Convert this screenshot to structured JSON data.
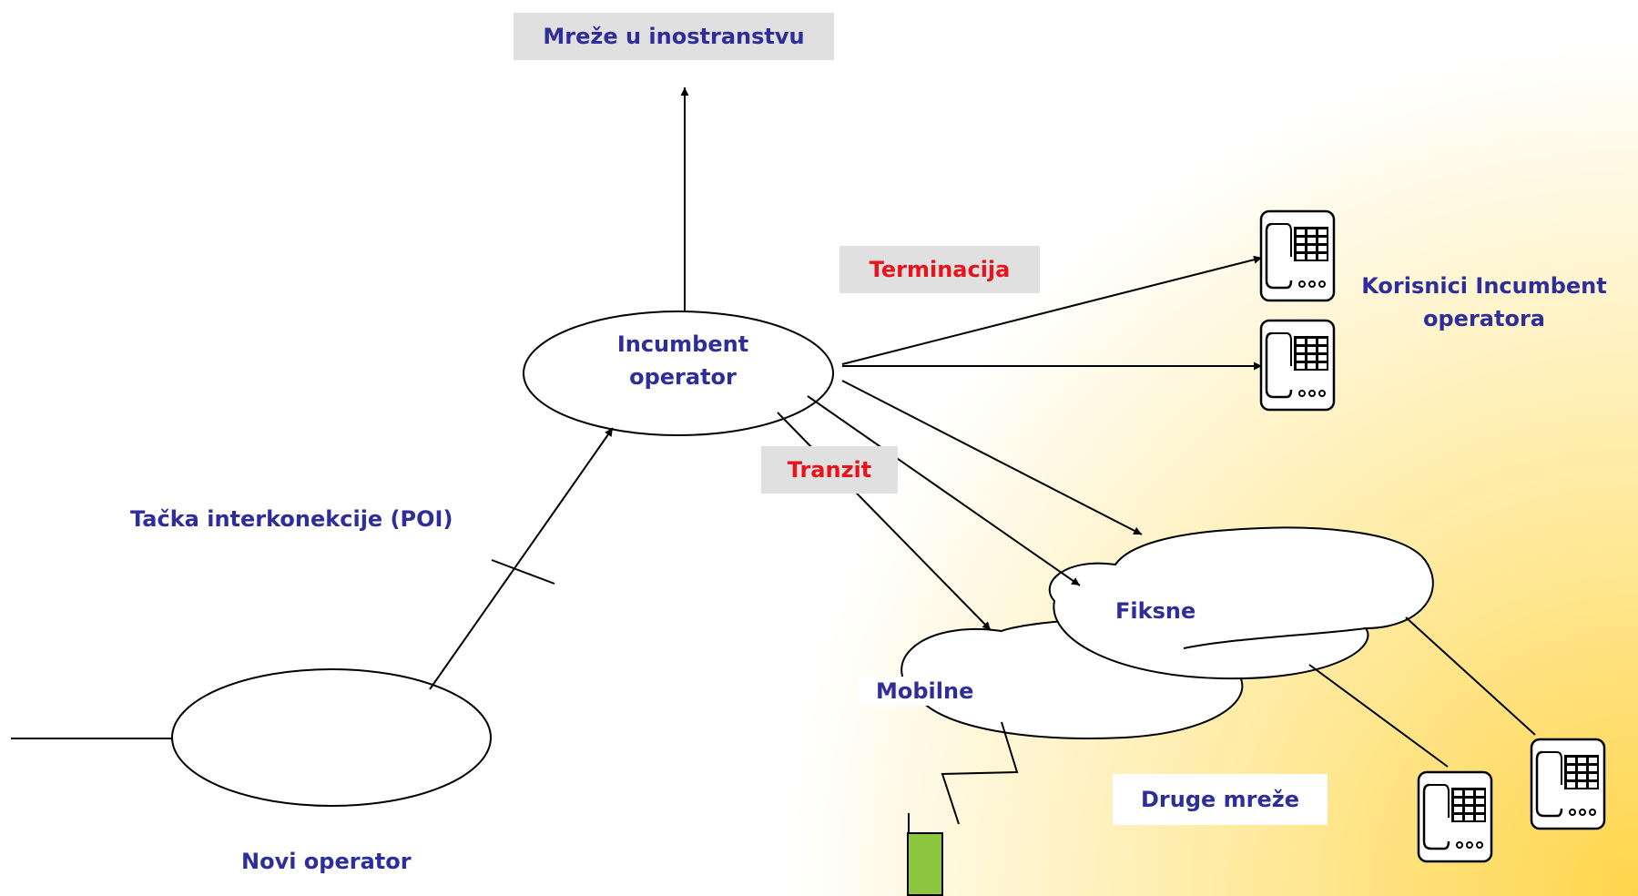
{
  "labels": {
    "foreign_networks": "Mreže u inostranstvu",
    "incumbent_operator": "Incumbent operator",
    "termination": "Terminacija",
    "transit": "Tranzit",
    "incumbent_users": "Korisnici Incumbent operatora",
    "poi": "Tačka interkonekcije (POI)",
    "fixed": "Fiksne",
    "mobile": "Mobilne",
    "other_networks": "Druge mreže",
    "new_operator": "Novi operator"
  },
  "colors": {
    "text_blue": "#2E2E9A",
    "text_red": "#E8141B",
    "label_box_gray": "#E0E0E0",
    "mobile_phone_green": "#8CC63F",
    "gradient_yellow": "#FFD54A"
  },
  "icons": [
    "desk-phone-icon",
    "mobile-phone-icon"
  ]
}
